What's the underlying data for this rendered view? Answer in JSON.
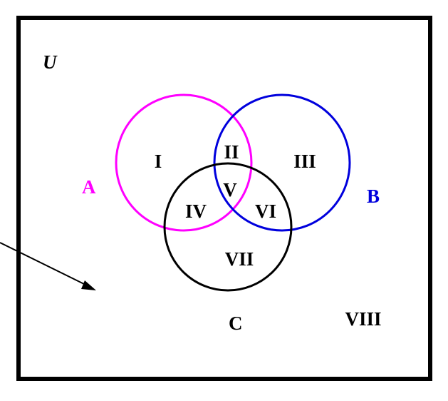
{
  "universe_label": "U",
  "sets": [
    {
      "name": "A",
      "color": "#ff00ff"
    },
    {
      "name": "B",
      "color": "#0000dd"
    },
    {
      "name": "C",
      "color": "#000000"
    }
  ],
  "regions": [
    "I",
    "II",
    "III",
    "IV",
    "V",
    "VI",
    "VII",
    "VIII"
  ]
}
